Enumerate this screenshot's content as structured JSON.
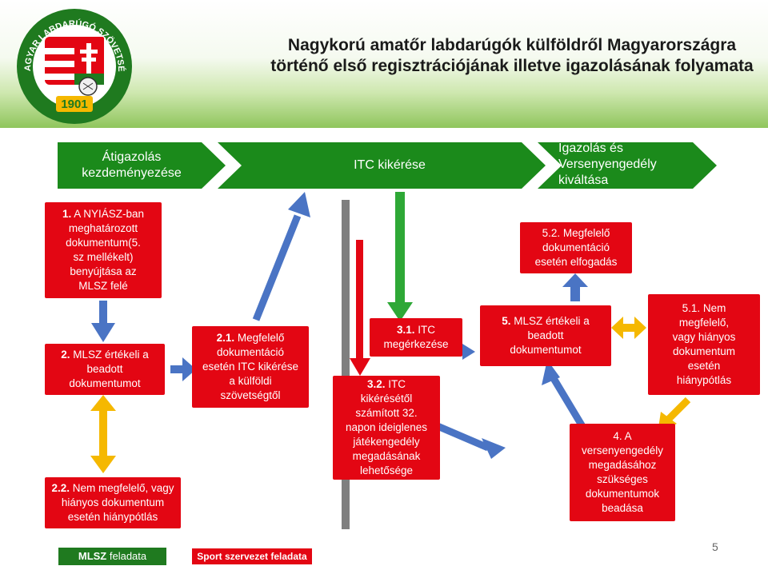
{
  "title": {
    "line1": "Nagykorú amatőr labdarúgók külföldről Magyarországra",
    "line2": "történő első regisztrációjának illetve igazolásának folyamata"
  },
  "logo": {
    "top_text": "MAGYAR LABDARÚGÓ SZÖVETSÉG",
    "year": "1901"
  },
  "stages": [
    {
      "label_l1": "Átigazolás",
      "label_l2": "kezdeményezése",
      "label_l3": ""
    },
    {
      "label_l1": "ITC kikérése",
      "label_l2": "",
      "label_l3": ""
    },
    {
      "label_l1": "Igazolás és",
      "label_l2": "Versenyengedély",
      "label_l3": "kiváltása"
    }
  ],
  "boxes": {
    "b1": {
      "num": "1.",
      "text": [
        "A NYIÁSZ-ban",
        "meghatározott",
        "dokumentum(5.",
        "sz mellékelt)",
        "benyújtása az",
        "MLSZ felé"
      ]
    },
    "b2": {
      "num": "2.",
      "text": [
        "MLSZ értékeli a",
        "beadott",
        "dokumentumot"
      ]
    },
    "b22": {
      "num": "2.2.",
      "text": [
        "Nem megfelelő, vagy",
        "hiányos dokumentum",
        "esetén hiánypótlás"
      ]
    },
    "b21": {
      "num": "2.1.",
      "text": [
        "Megfelelő",
        "dokumentáció",
        "esetén ITC kikérése",
        "a külföldi",
        "szövetségtől"
      ]
    },
    "b31": {
      "num": "3.1.",
      "text": [
        "ITC",
        "megérkezése"
      ]
    },
    "b32": {
      "num": "3.2.",
      "text": [
        "ITC",
        "kikérésétől",
        "számított 32.",
        "napon ideiglenes",
        "játékengedély",
        "megadásának",
        "lehetősége"
      ]
    },
    "b52": {
      "num": "5.2.",
      "text": [
        "Megfelelő",
        "dokumentáció",
        "esetén elfogadás"
      ]
    },
    "b5": {
      "num": "5.",
      "text": [
        "MLSZ értékeli a",
        "beadott",
        "dokumentumot"
      ]
    },
    "b51": {
      "num": "5.1.",
      "text": [
        "Nem",
        "megfelelő,",
        "vagy hiányos",
        "dokumentum",
        "esetén",
        "hiánypótlás"
      ]
    },
    "b4": {
      "num": "4.",
      "text": [
        "A",
        "versenyengedély",
        "megadásához",
        "szükséges",
        "dokumentumok",
        "beadása"
      ]
    }
  },
  "legend": {
    "mlsz_bold": "MLSZ",
    "mlsz_rest": " feladata",
    "sport": "Sport szervezet feladata"
  },
  "page_number": "5",
  "colors": {
    "green": "#1f7a1f",
    "stage_green": "#1b8a1b",
    "red": "#e30613",
    "blue": "#4a74c4",
    "yellow": "#f5b800",
    "arrow_green": "#2ea836"
  }
}
